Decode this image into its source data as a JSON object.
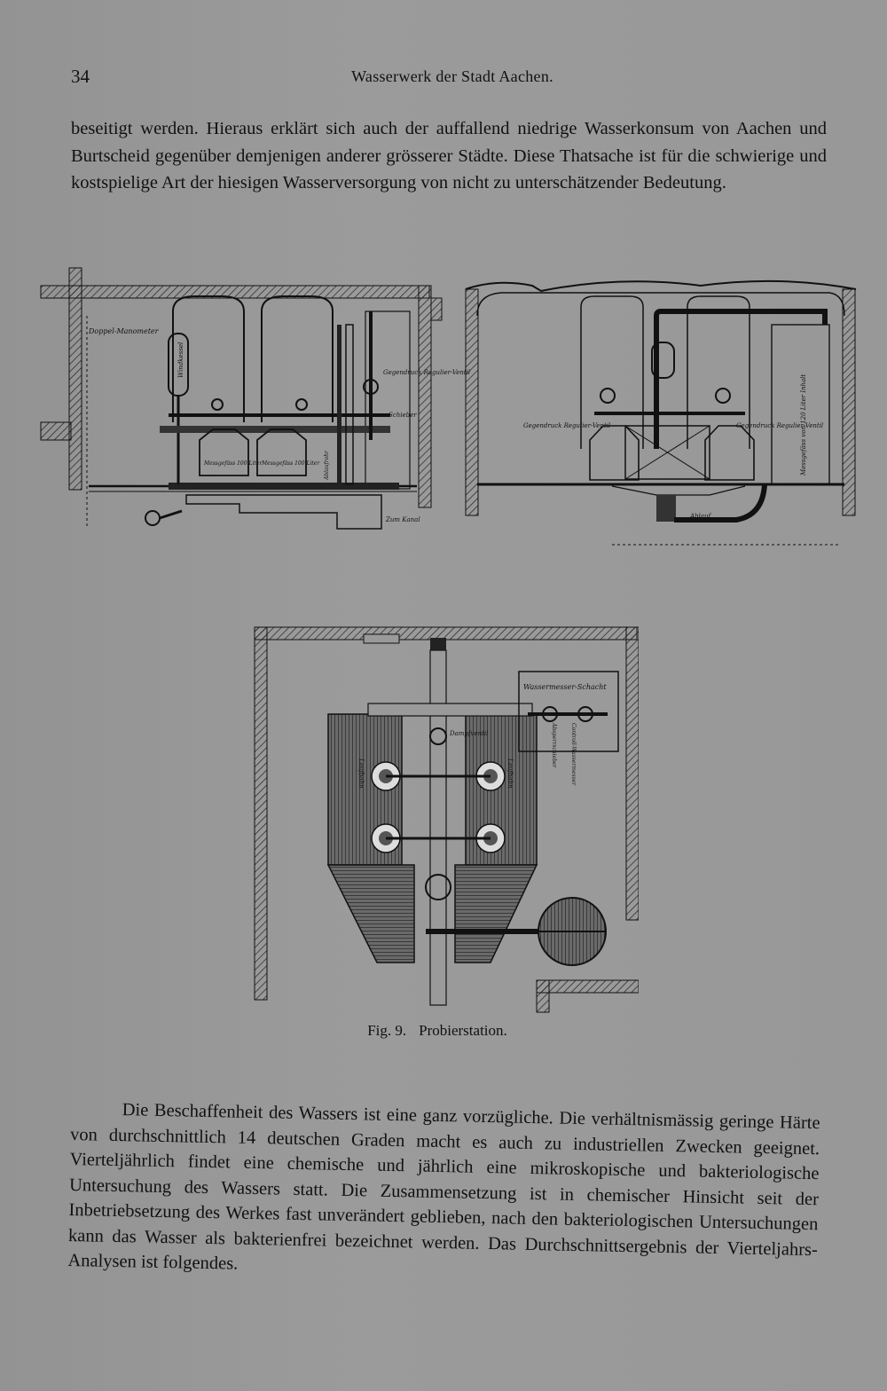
{
  "header": {
    "page_number": "34",
    "running_title": "Wasserwerk der Stadt Aachen."
  },
  "paragraph_1": "beseitigt werden. Hieraus erklärt sich auch der auffallend niedrige Wasserkonsum von Aachen und Burtscheid gegenüber demjenigen anderer grösserer Städte. Diese Thatsache ist für die schwierige und kostspielige Art der hiesigen Wasserversorgung von nicht zu unterschätzender Bedeutung.",
  "figure": {
    "caption_number": "Fig. 9.",
    "caption_title": "Probierstation.",
    "left_section_labels": {
      "doppel_manometer": "Doppel-Manometer",
      "windkessel": "Windkessel",
      "gegendruck_regulier_ventil": "Gegendruck Regulier-Ventil",
      "schieber": "Schieber",
      "messgefaess_1": "Messgefäss 100 Liter",
      "messgefaess_2": "Messgefäss 100 Liter",
      "ablaufrohr": "Ablaufrohr",
      "kanal": "Zum Kanal"
    },
    "right_section_labels": {
      "gegendruck_left": "Gegendruck Regulier-Ventil",
      "gegendruck_right": "Gegendruck Regulier-Ventil",
      "messgefaess_inhalt": "Messgefäss von 120 Liter Inhalt",
      "ablauf": "Ablauf"
    },
    "plan_labels": {
      "wassermesser_schacht": "Wassermesser-Schacht",
      "dampfventil": "Dampfventil",
      "laufbahn_left": "Laufbahn",
      "laufbahn_right": "Laufbahn",
      "absperrschieber": "Absperrschieber",
      "controll_wassermesser": "Controll-Wassermesser"
    }
  },
  "paragraph_2": "Die Beschaffenheit des Wassers ist eine ganz vorzügliche. Die verhältnismässig geringe Härte von durchschnittlich 14 deutschen Graden macht es auch zu industriellen Zwecken geeignet. Vierteljährlich findet eine chemische und jährlich eine mikroskopische und bakteriologische Untersuchung des Wassers statt. Die Zusammensetzung ist in chemischer Hinsicht seit der Inbetriebsetzung des Werkes fast unverändert geblieben, nach den bakteriologischen Untersuchungen kann das Wasser als bakterienfrei bezeichnet werden. Das Durchschnittsergebnis der Vierteljahrs-Analysen ist folgendes."
}
